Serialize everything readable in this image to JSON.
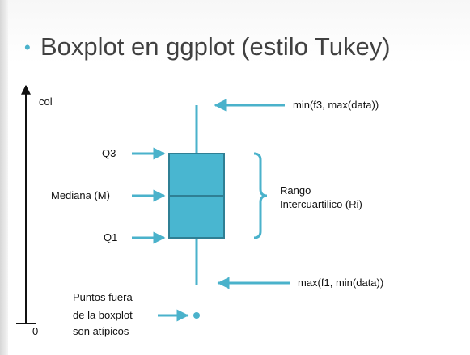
{
  "title": {
    "bullet": "•",
    "text": "Boxplot en ggplot (estilo Tukey)"
  },
  "axis": {
    "label": "col",
    "origin_label": "0"
  },
  "labels": {
    "q3": "Q3",
    "median": "Mediana (M)",
    "q1": "Q1",
    "upper_whisker": "min(f3, max(data))",
    "lower_whisker": "max(f1, min(data))",
    "iqr_line1": "Rango",
    "iqr_line2": "Intercuartilico (Ri)",
    "outliers_line1": "Puntos fuera",
    "outliers_line2": "de la boxplot",
    "outliers_line3": "son atípicos"
  },
  "colors": {
    "accent": "#4ab2cb",
    "box_fill": "#49b6d0",
    "box_stroke": "#2f7f94",
    "axis": "#111111",
    "title": "#404040"
  }
}
